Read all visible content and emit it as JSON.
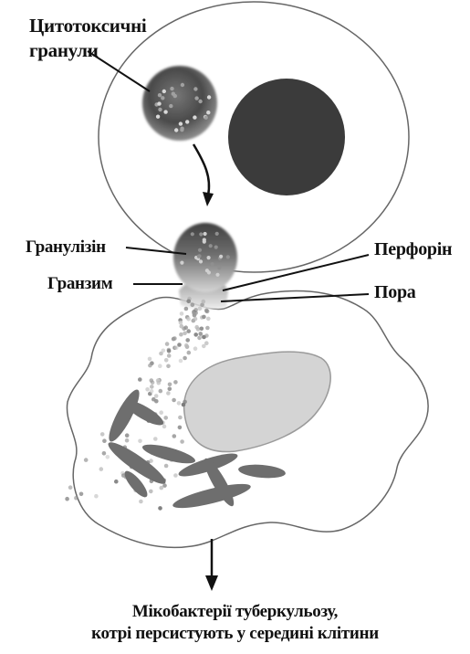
{
  "labels": {
    "cytotoxic_granules": [
      "Цитотоксичні",
      "гранули"
    ],
    "granulysin": "Гранулізін",
    "granzyme": "Гранзим",
    "perforin": "Перфорін",
    "pore": "Пора"
  },
  "caption": {
    "line1": "Мікобактерії туберкульозу,",
    "line2": "котрі персистують у середині клітини"
  },
  "colors": {
    "nucleus_dark": "#3a3a3a",
    "nucleus_macrophage": "#d2d2d2",
    "bacteria": "#6a6a6a",
    "outline": "#555555",
    "dot_palette": [
      "#9a9a9a",
      "#b8b8b8",
      "#7c7c7c",
      "#c9c9c9",
      "#8e8e8e"
    ]
  }
}
